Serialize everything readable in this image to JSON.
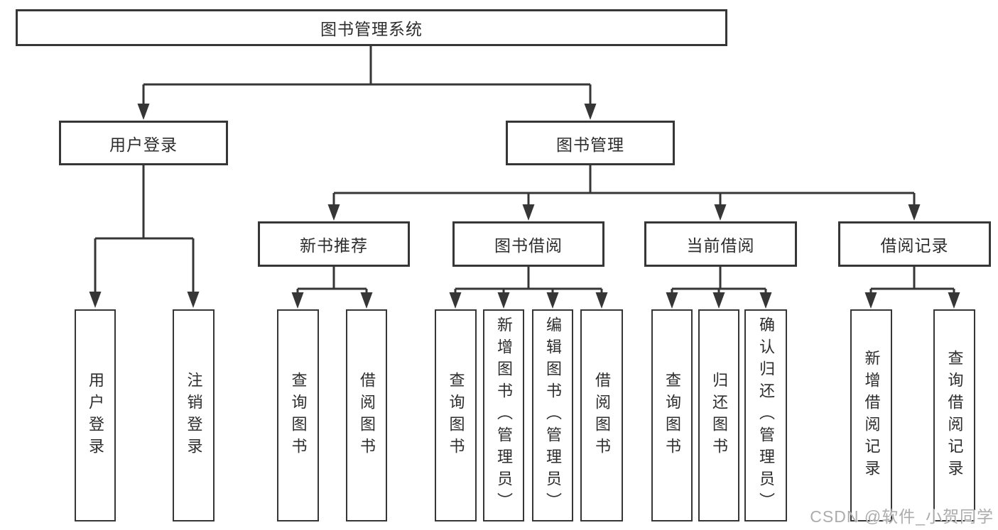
{
  "diagram": {
    "title": "图书管理系统",
    "branches": [
      {
        "label": "用户登录",
        "children": [
          {
            "label": "用户登录"
          },
          {
            "label": "注销登录"
          }
        ]
      },
      {
        "label": "图书管理",
        "children": [
          {
            "label": "新书推荐",
            "children": [
              {
                "label": "查询图书"
              },
              {
                "label": "借阅图书"
              }
            ]
          },
          {
            "label": "图书借阅",
            "children": [
              {
                "label": "查询图书"
              },
              {
                "label": "新增图书（管理员）"
              },
              {
                "label": "编辑图书（管理员）"
              },
              {
                "label": "借阅图书"
              }
            ]
          },
          {
            "label": "当前借阅",
            "children": [
              {
                "label": "查询图书"
              },
              {
                "label": "归还图书"
              },
              {
                "label": "确认归还（管理员）"
              }
            ]
          },
          {
            "label": "借阅记录",
            "children": [
              {
                "label": "新增借阅记录"
              },
              {
                "label": "查询借阅记录"
              }
            ]
          }
        ]
      }
    ]
  },
  "watermark": {
    "text": "CSDN @软件_小贺同学"
  },
  "colors": {
    "line": "#363636",
    "box_border": "#363636",
    "text": "#2d2d2d",
    "background": "#ffffff",
    "watermark": "#a8a8a8"
  }
}
